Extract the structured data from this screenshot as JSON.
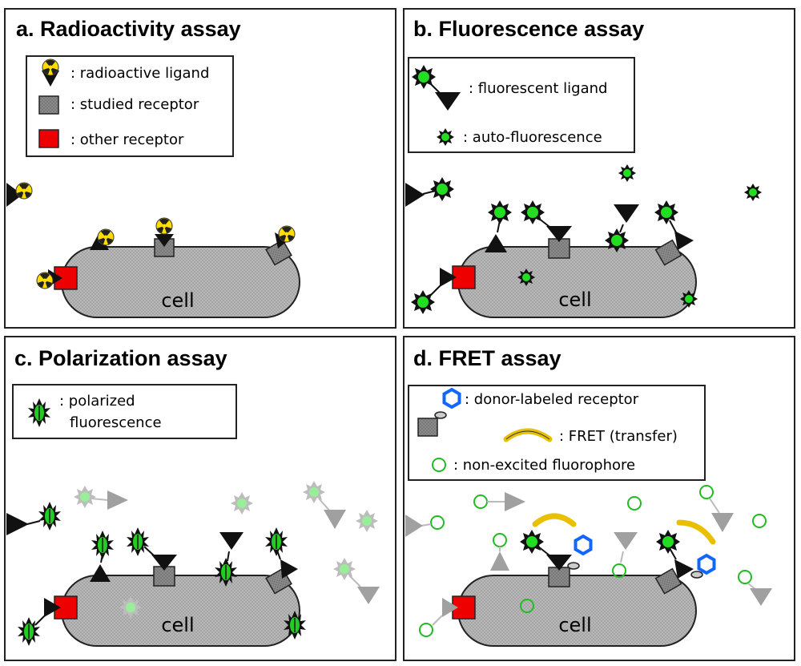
{
  "panels": {
    "a": {
      "title": "a. Radioactivity assay",
      "legend": [
        ": radioactive ligand",
        ": studied receptor",
        ": other receptor"
      ],
      "cell_label": "cell"
    },
    "b": {
      "title": "b. Fluorescence assay",
      "legend": [
        ": fluorescent ligand",
        ": auto-fluorescence"
      ],
      "cell_label": "cell"
    },
    "c": {
      "title": "c. Polarization assay",
      "legend": [
        ": polarized",
        "fluorescence"
      ],
      "cell_label": "cell"
    },
    "d": {
      "title": "d. FRET assay",
      "legend": [
        ": donor-labeled receptor",
        ": FRET (transfer)",
        ": non-excited fluorophore"
      ],
      "cell_label": "cell"
    }
  },
  "colors": {
    "cell_fill": "#b4b4b4",
    "receptor_studied": "#888888",
    "receptor_other": "#ee0000",
    "fluor_green": "#22cc22",
    "radio_yellow": "#ffdd00",
    "donor_blue": "#1166ff",
    "transfer_yellow": "#e8c000",
    "faded_gray": "#9a9a9a"
  }
}
